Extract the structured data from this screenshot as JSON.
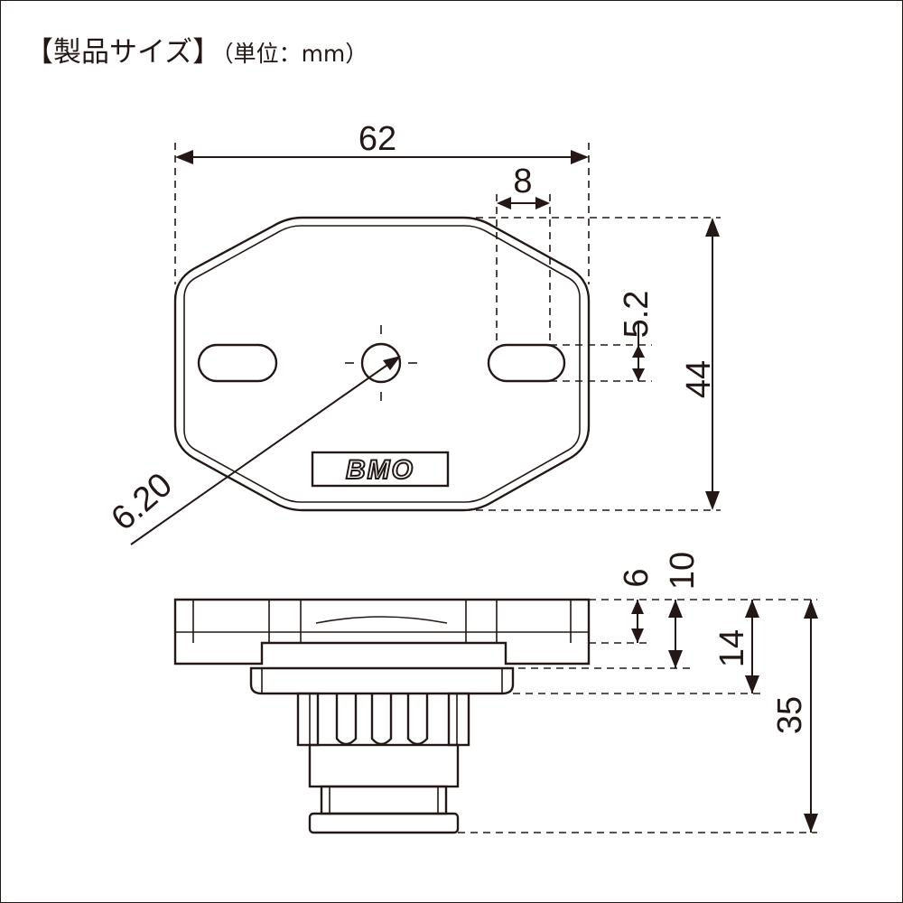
{
  "title": {
    "main": "【製品サイズ】",
    "unit": "（単位：mm）"
  },
  "logo": {
    "text": "BMO"
  },
  "top_view": {
    "width": "62",
    "height": "44",
    "slot_length": "8",
    "slot_width": "5.2",
    "center_hole_diameter": "6.20"
  },
  "side_view": {
    "dim_6": "6",
    "dim_10": "10",
    "dim_14": "14",
    "dim_35": "35"
  },
  "colors": {
    "line": "#231815",
    "background": "#ffffff"
  }
}
